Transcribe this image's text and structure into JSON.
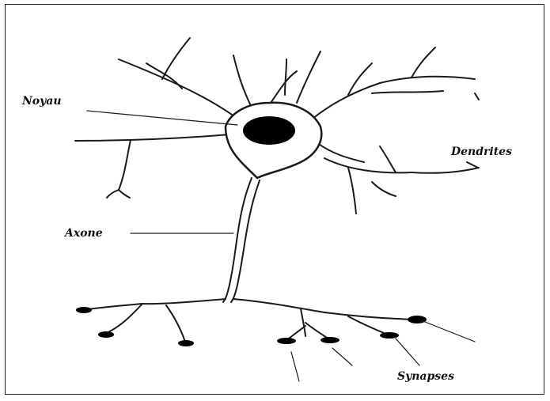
{
  "figure": {
    "labels": {
      "noyau": "Noyau",
      "dendrites": "Dendrites",
      "axone": "Axone",
      "synapses": "Synapses"
    },
    "colors": {
      "line": "#1a1a1a",
      "nucleus": "#000000",
      "soma_fill": "#ffffff",
      "background": "#ffffff"
    }
  }
}
